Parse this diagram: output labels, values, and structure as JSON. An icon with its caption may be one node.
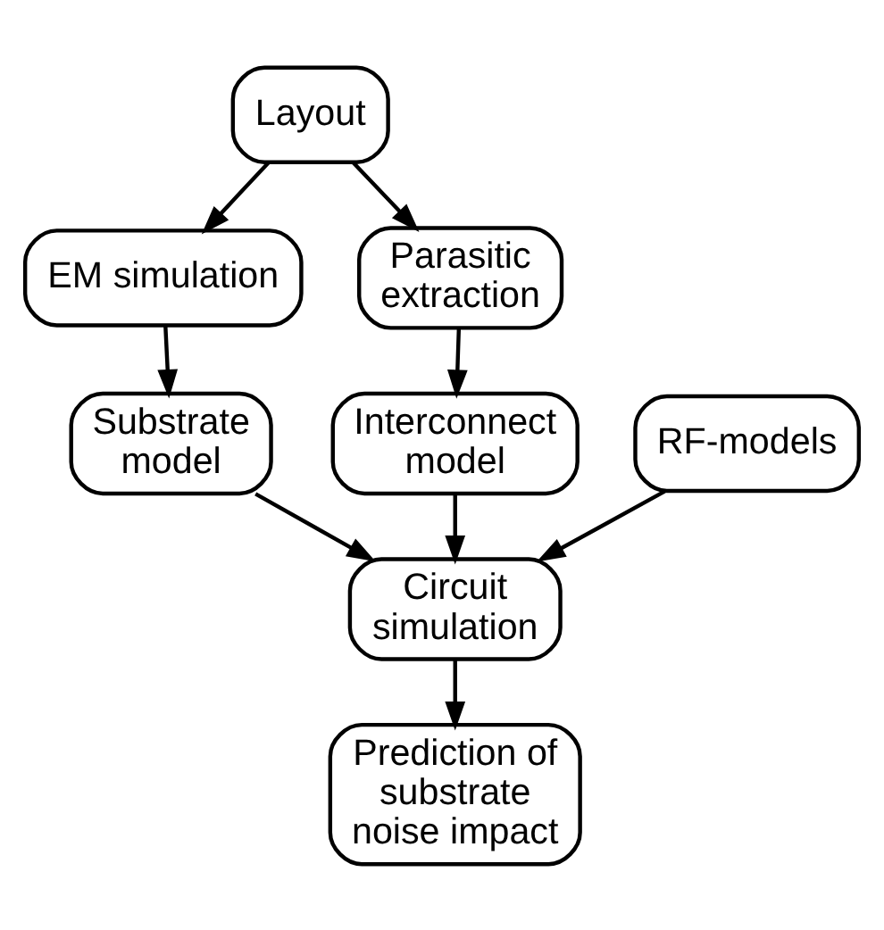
{
  "diagram": {
    "nodes": [
      {
        "text": [
          "Layout"
        ]
      },
      {
        "text": [
          "EM simulation"
        ]
      },
      {
        "text": [
          "Parasitic extraction"
        ]
      },
      {
        "text": [
          "Substrate model"
        ]
      },
      {
        "text": [
          "Interconnect model"
        ]
      },
      {
        "text": [
          "RF-models"
        ]
      },
      {
        "text": [
          "Circuit simulation"
        ]
      },
      {
        "text": [
          "Prediction of substrate noise impact"
        ]
      }
    ],
    "edges": [
      {
        "from": 0,
        "to": 1,
        "arrow": "to"
      },
      {
        "from": 0,
        "to": 2,
        "arrow": "to"
      },
      {
        "from": 1,
        "to": 3,
        "arrow": "to"
      },
      {
        "from": 2,
        "to": 4,
        "arrow": "to"
      },
      {
        "from": 3,
        "to": 6,
        "arrow": "to"
      },
      {
        "from": 4,
        "to": 6,
        "arrow": "to"
      },
      {
        "from": 5,
        "to": 6,
        "arrow": "to"
      },
      {
        "from": 6,
        "to": 7,
        "arrow": "to"
      }
    ]
  }
}
